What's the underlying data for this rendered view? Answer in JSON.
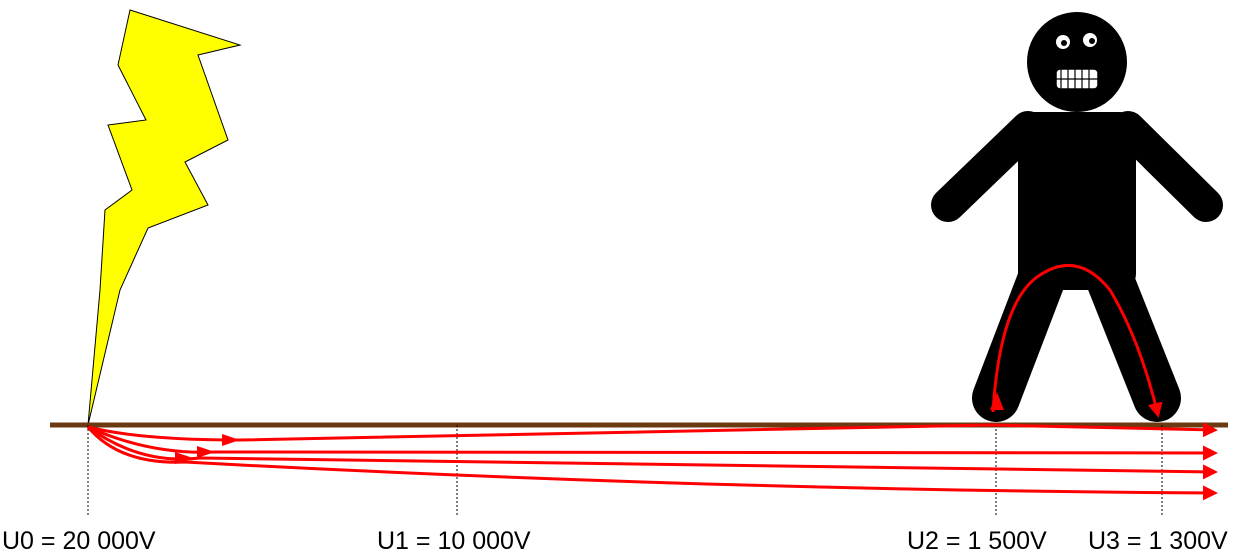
{
  "labels": {
    "u0": "U0 = 20 000V",
    "u1": "U1 = 10 000V",
    "u2": "U2 = 1 500V",
    "u3": "U3 = 1 300V"
  },
  "colors": {
    "ground": "#6b3a10",
    "lightning": "#ffff00",
    "current": "#ff0000",
    "figure": "#000000"
  },
  "icons": {
    "lightning": "lightning-bolt-icon",
    "person": "stick-figure-icon"
  }
}
